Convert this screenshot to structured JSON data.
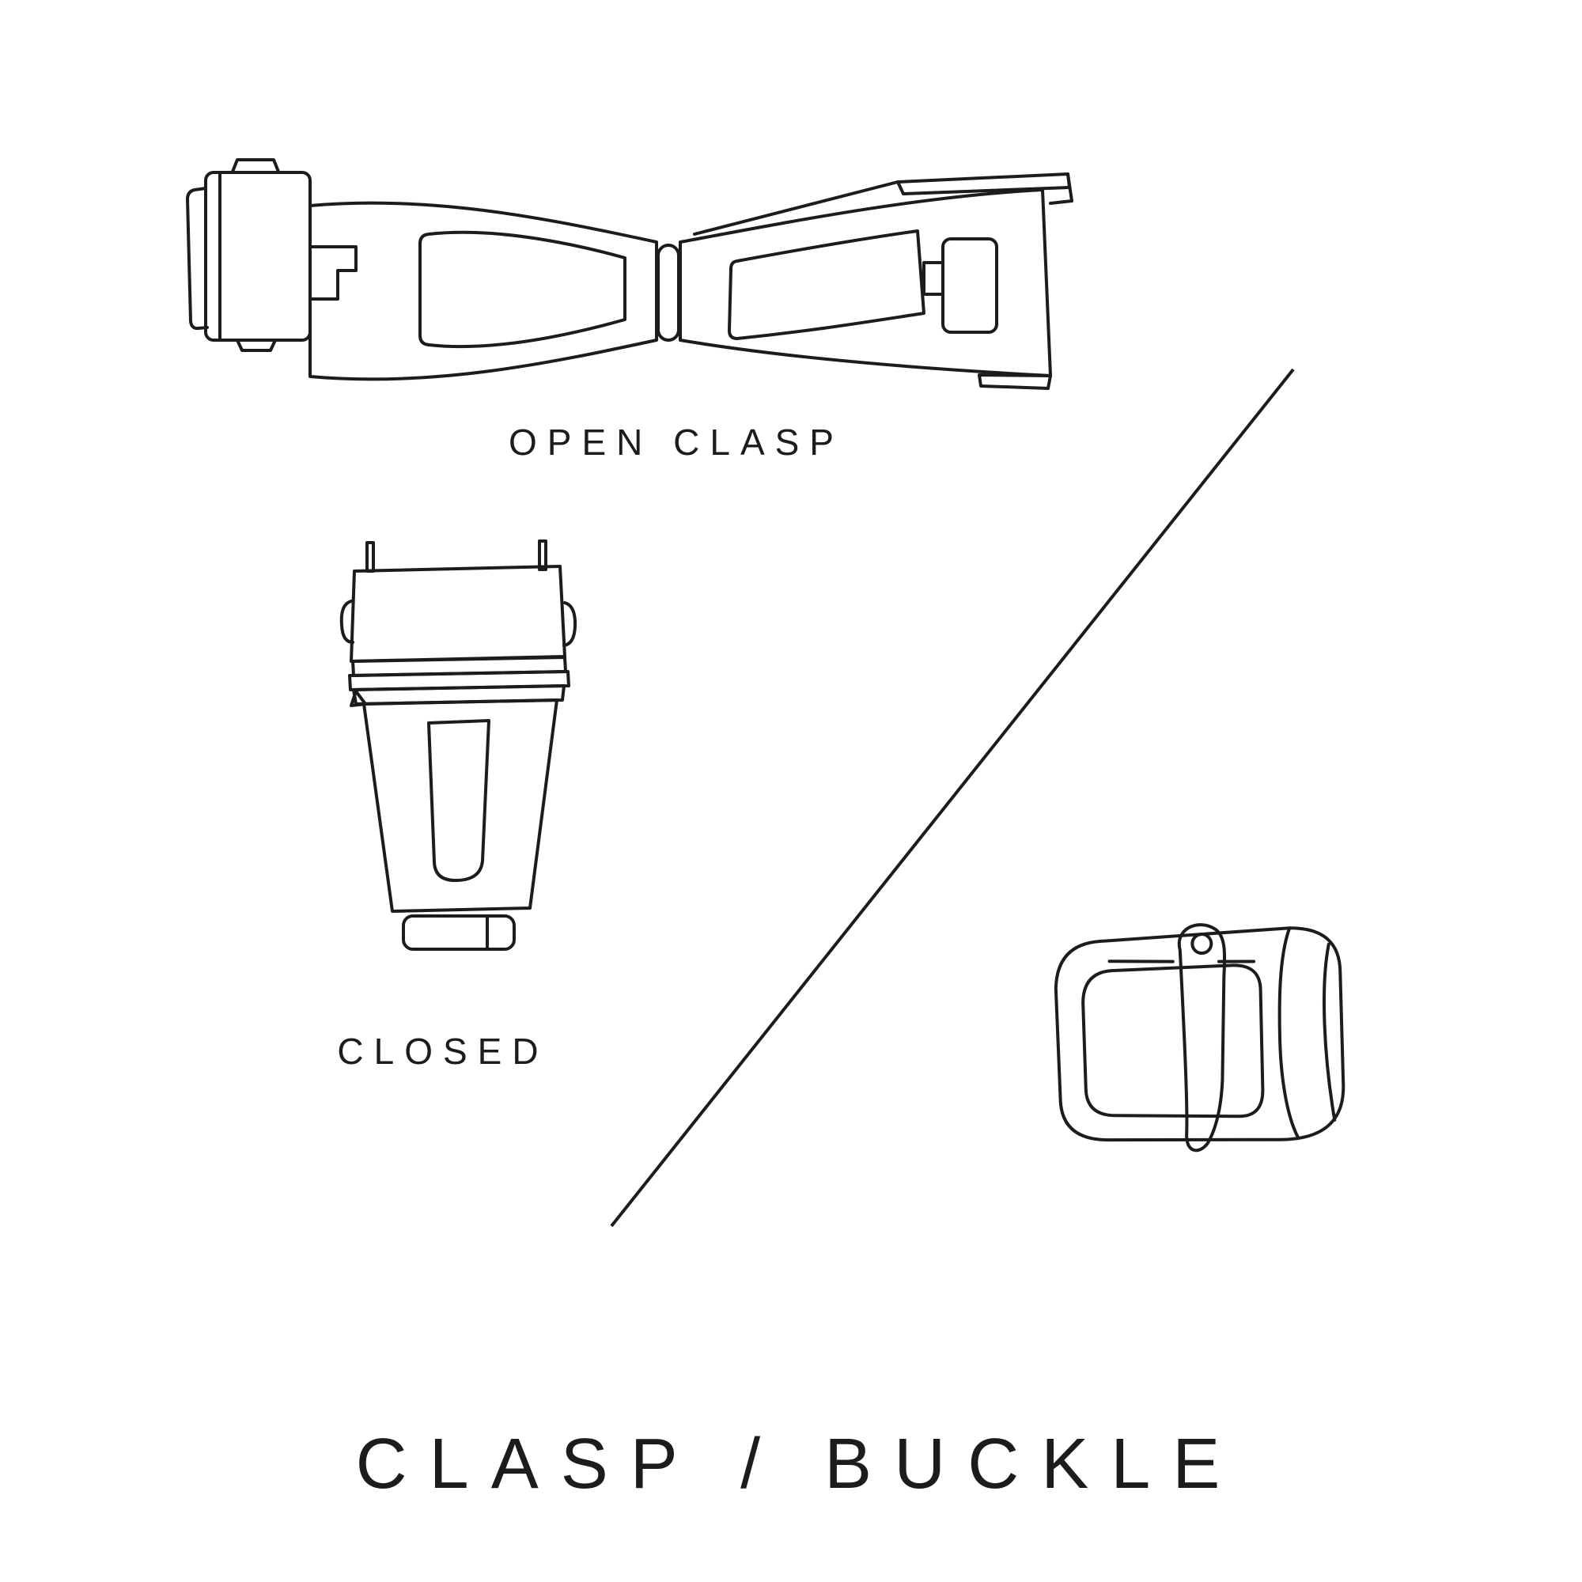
{
  "page": {
    "background_color": "#ffffff",
    "line_color": "#1c1c1c",
    "text_color": "#1c1c1c"
  },
  "diagram": {
    "open_clasp": {
      "label": "OPEN CLASP"
    },
    "closed_clasp": {
      "label": "CLOSED"
    },
    "buckle": {
      "label": ""
    },
    "title": "CLASP / BUCKLE"
  },
  "figures": {
    "open_clasp_illustration": "open-clasp-illustration",
    "closed_clasp_illustration": "closed-clasp-illustration",
    "buckle_illustration": "tang-buckle-illustration",
    "divider": "diagonal-divider-line"
  }
}
